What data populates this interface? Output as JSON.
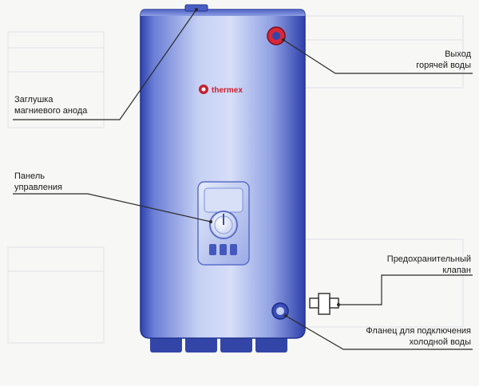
{
  "diagram": {
    "brand": "thermex",
    "colors": {
      "tank_light": "#c9d3f2",
      "tank_mid": "#7f92dc",
      "tank_dark": "#2d3fa8",
      "leader_line": "#2a2a2a",
      "outlet_red": "#d8273a",
      "label_text": "#1a1a1a"
    },
    "callouts": {
      "hot_water_outlet": {
        "line1": "Выход",
        "line2": "горячей воды"
      },
      "anode_cap": {
        "line1": "Заглушка",
        "line2": "магниевого анода"
      },
      "control_panel": {
        "line1": "Панель",
        "line2": "управления"
      },
      "safety_valve": {
        "line1": "Предохранительный",
        "line2": "клапан"
      },
      "cold_water_flange": {
        "line1": "Фланец для подключения",
        "line2": "холодной воды"
      }
    },
    "icons": {
      "hot_outlet": "red-ring-fitting-icon",
      "cold_inlet": "blue-ring-fitting-icon",
      "valve": "safety-valve-icon",
      "logo": "thermex-logo-icon"
    }
  }
}
